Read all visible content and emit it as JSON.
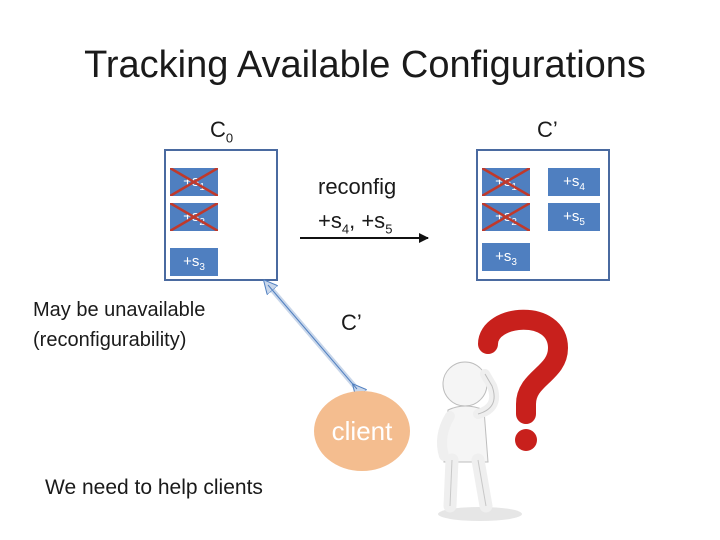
{
  "slide": {
    "title": "Tracking Available Configurations",
    "c0": {
      "label": "C",
      "sub": "0"
    },
    "cprime_label": "C’",
    "old_config": {
      "cells": [
        {
          "prefix": "+s",
          "sub": "1",
          "crossed": true
        },
        {
          "prefix": "+s",
          "sub": "2",
          "crossed": true
        },
        {
          "prefix": "+s",
          "sub": "3",
          "crossed": false
        }
      ]
    },
    "new_config": {
      "cells": [
        {
          "prefix": "+s",
          "sub": "1",
          "crossed": true
        },
        {
          "prefix": "+s",
          "sub": "2",
          "crossed": true
        },
        {
          "prefix": "+s",
          "sub": "3",
          "crossed": false
        },
        {
          "prefix": "+s",
          "sub": "4",
          "crossed": false
        },
        {
          "prefix": "+s",
          "sub": "5",
          "crossed": false
        }
      ]
    },
    "reconfig": {
      "line1": "reconfig",
      "s4_prefix": "+s",
      "s4_sub": "4",
      "sep": ", ",
      "s5_prefix": "+s",
      "s5_sub": "5"
    },
    "unavailable_note": {
      "line1": "May be unavailable",
      "line2": "(reconfigurability)"
    },
    "client_cprime": "C’",
    "client_label": "client",
    "bottom_note": "We need to help clients",
    "figure_icon": "thinking-person-question-icon",
    "colors": {
      "cell": "#4f7fc0",
      "box_border": "#4a6aa0",
      "cross": "#c0392b",
      "client": "#f4bd8f",
      "arrow_light": "#4f7fc0",
      "question": "#c8201c"
    }
  }
}
